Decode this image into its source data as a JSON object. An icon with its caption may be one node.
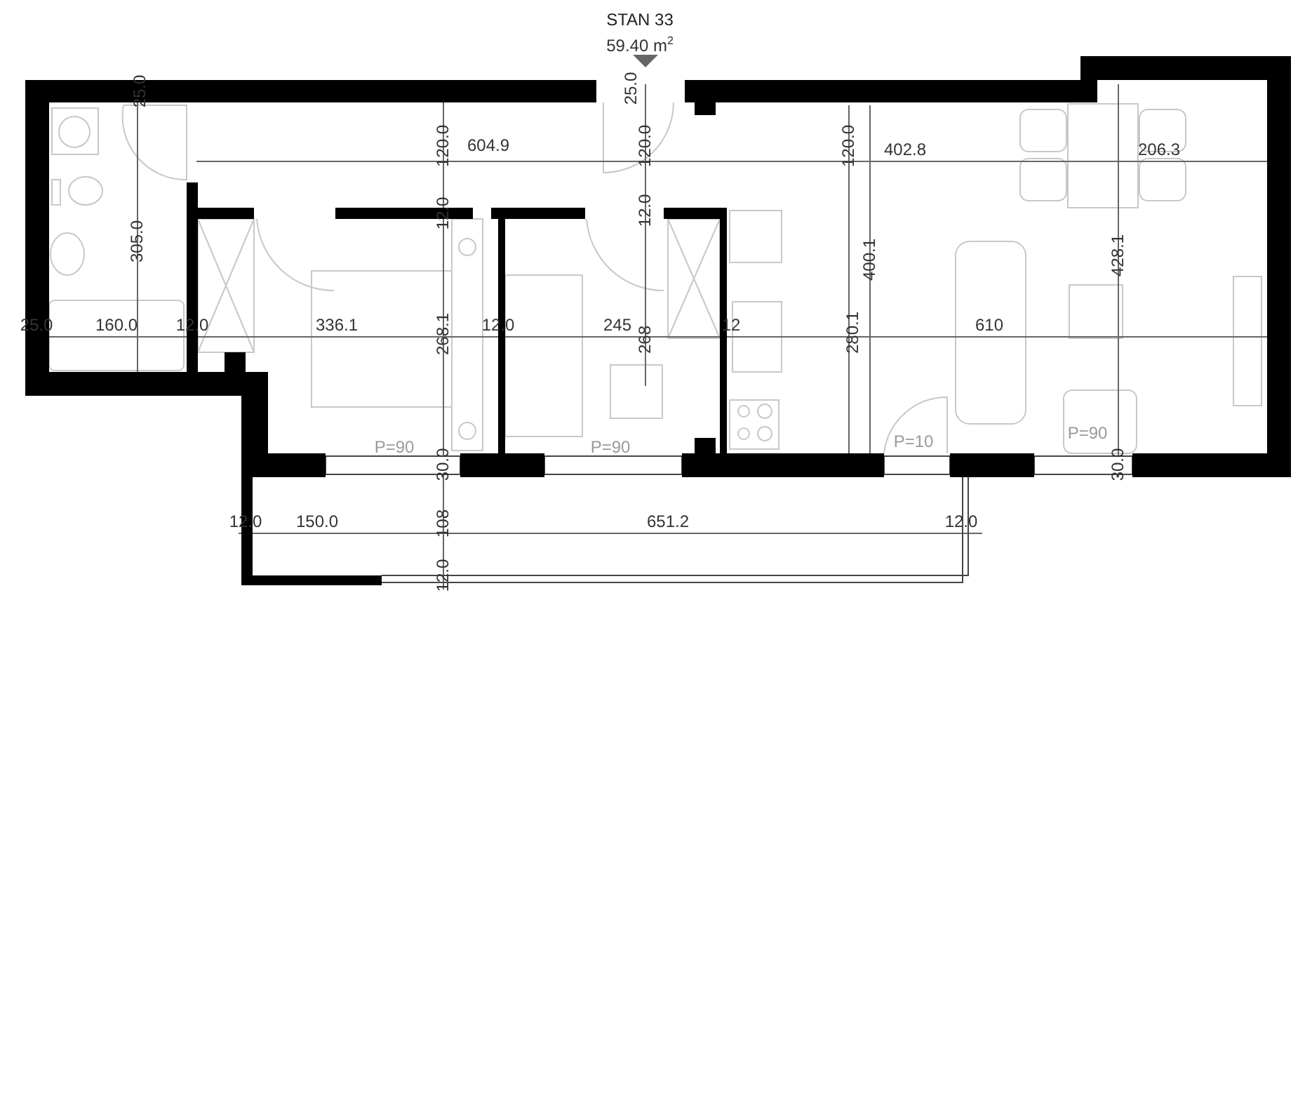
{
  "diagram": {
    "title": "STAN 33",
    "labels": [
      "59.40 m$^{2}$",
      "25.0",
      "25.0",
      "120.0",
      "604.9",
      "120.0",
      "120.0",
      "402.8",
      "206.3",
      "305.0",
      "12.0",
      "12.0",
      "400.1",
      "428.1",
      "25.0",
      "160.0",
      "12.0",
      "336.1",
      "268.1",
      "12.0",
      "245",
      "268",
      "12",
      "280.1",
      "610",
      "P=90",
      "30.0",
      "P=90",
      "P=10",
      "P=90",
      "30.0",
      "12.0",
      "150.0",
      "108",
      "651.2",
      "12.0",
      "12.0"
    ]
  }
}
